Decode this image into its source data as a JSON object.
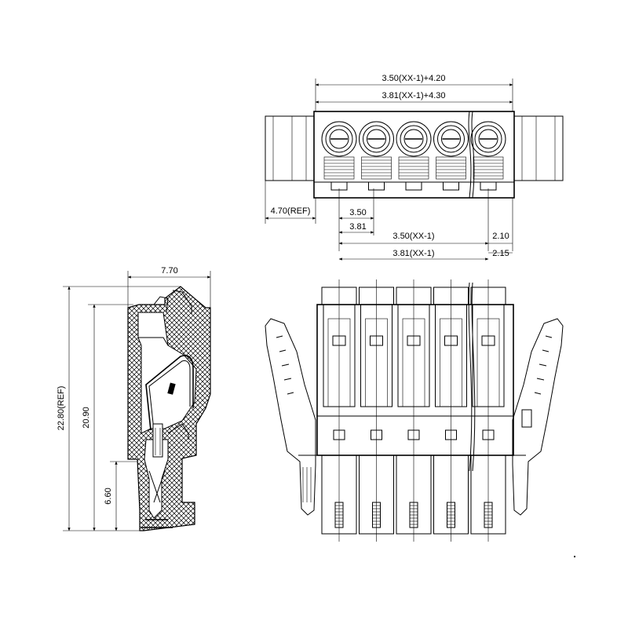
{
  "top_view": {
    "dim_overall_350": "3.50(XX-1)+4.20",
    "dim_overall_381": "3.81(XX-1)+4.30",
    "dim_flange_ref": "4.70(REF)",
    "dim_pitch_350": "3.50",
    "dim_pitch_381": "3.81",
    "dim_span_350": "3.50(XX-1)",
    "dim_span_381": "3.81(XX-1)",
    "dim_end_210": "2.10",
    "dim_end_215": "2.15",
    "positions": 5
  },
  "side_view": {
    "dim_width": "7.70",
    "dim_height_ref": "22.80(REF)",
    "dim_height": "20.90",
    "dim_lower": "6.60"
  },
  "front_view": {
    "positions": 5
  }
}
